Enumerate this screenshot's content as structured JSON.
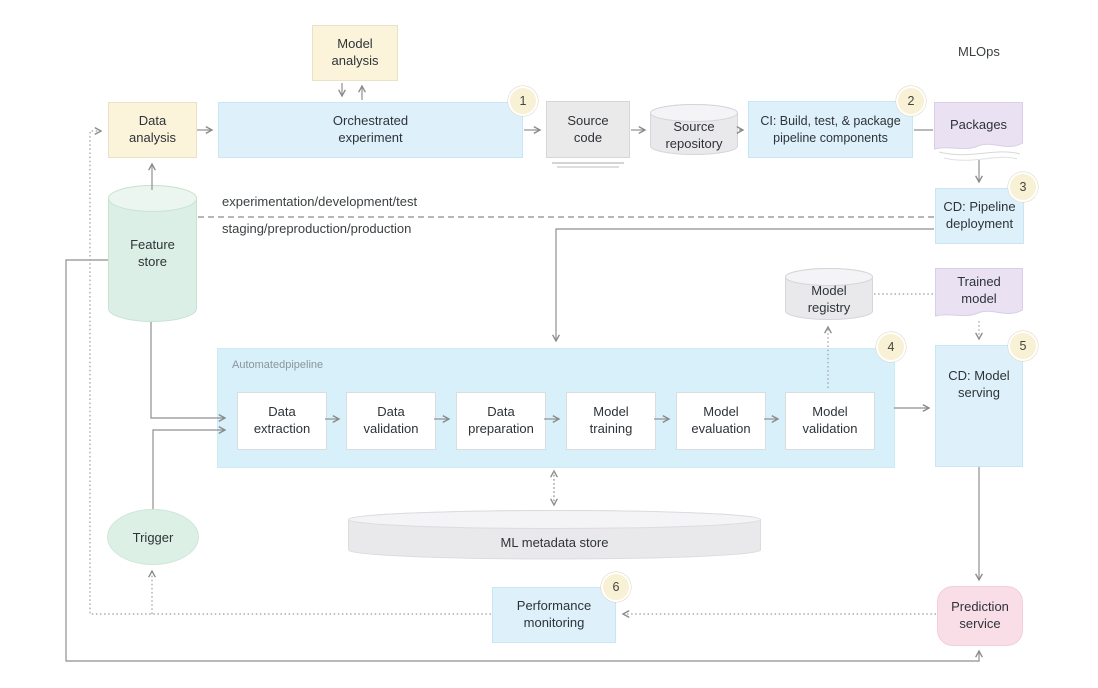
{
  "header": {
    "title": "MLOps"
  },
  "stage_labels": {
    "experimentation": "experimentation/development/test",
    "staging": "staging/preproduction/production"
  },
  "nodes": {
    "model_analysis": "Model analysis",
    "data_analysis": "Data analysis",
    "orchestrated_experiment": "Orchestrated experiment",
    "source_code": "Source code",
    "source_repository": "Source repository",
    "ci_build": "CI: Build, test, & package pipeline components",
    "packages": "Packages",
    "cd_pipeline_deployment": "CD: Pipeline deployment",
    "feature_store": "Feature store",
    "model_registry": "Model registry",
    "trained_model": "Trained model",
    "cd_model_serving": "CD: Model serving",
    "ml_metadata_store": "ML metadata store",
    "performance_monitoring": "Performance monitoring",
    "trigger": "Trigger",
    "prediction_service": "Prediction service"
  },
  "pipeline": {
    "label": "Automatedpipeline",
    "steps": [
      "Data extraction",
      "Data validation",
      "Data preparation",
      "Model training",
      "Model evaluation",
      "Model validation"
    ]
  },
  "badges": [
    "1",
    "2",
    "3",
    "4",
    "5",
    "6"
  ],
  "colors": {
    "process_yellow": "#fbf4da",
    "automation_blue": "#def1fb",
    "pipeline_blue": "#d8f0fa",
    "artifact_purple": "#eae2f3",
    "data_green": "#ddf0e6",
    "storage_gray": "#eaeaea",
    "serving_pink": "#f9dde7",
    "badge_cream": "#f8f1d6"
  }
}
